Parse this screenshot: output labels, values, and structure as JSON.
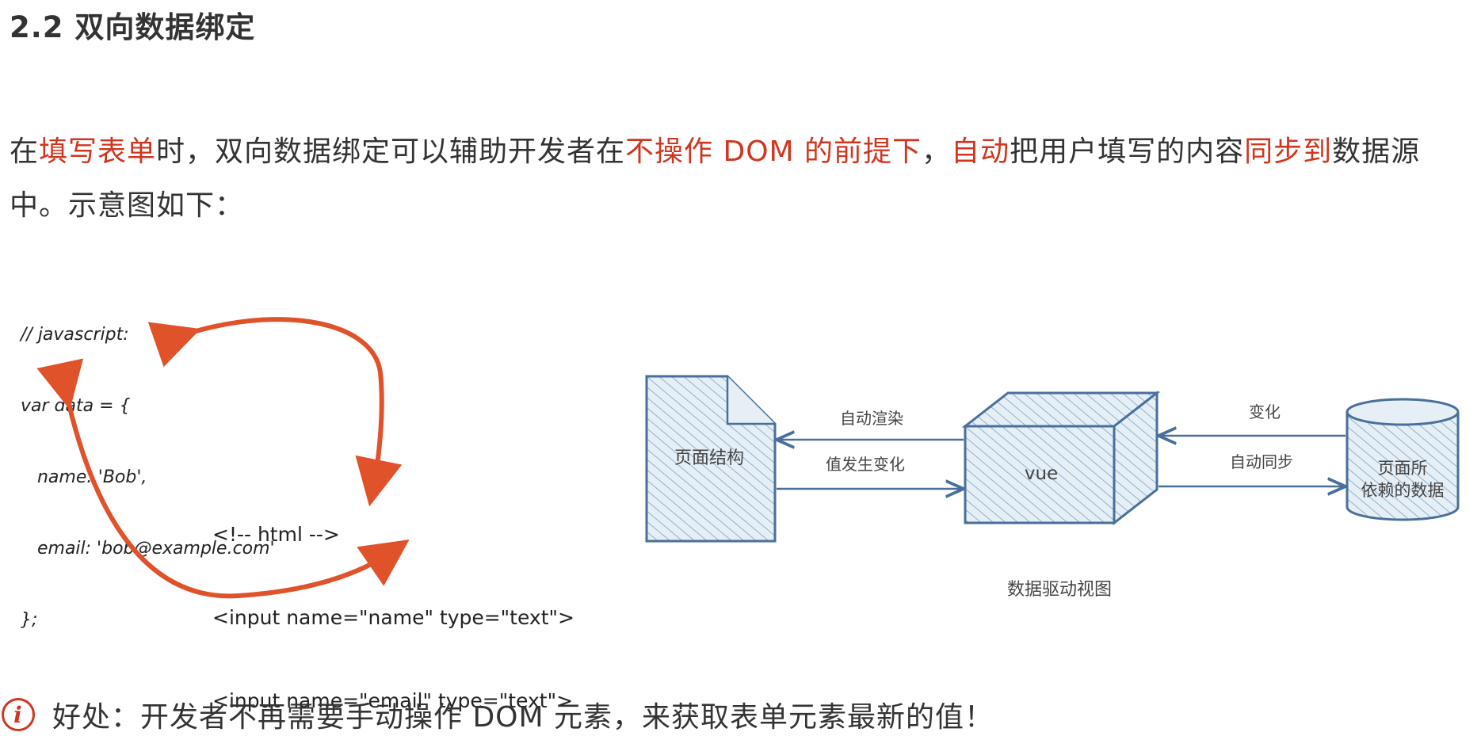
{
  "heading": "2.2 双向数据绑定",
  "paragraph": {
    "p1": "在",
    "r1": "填写表单",
    "p2": "时，双向数据绑定可以辅助开发者在",
    "r2": "不操作 DOM 的前提下",
    "p3": "，",
    "r3": "自动",
    "p4": "把用户填写的内容",
    "r4": "同步到",
    "p5": "数据源中。示意图如下："
  },
  "code_js": [
    "// javascript:",
    "var data = {",
    "   name: 'Bob',",
    "   email: 'bob@example.com'",
    "};"
  ],
  "code_html": [
    "<!-- html -->",
    "<input name=\"name\" type=\"text\">",
    "<input name=\"email\" type=\"text\">"
  ],
  "diagram": {
    "page_structure": "页面结构",
    "vue": "vue",
    "data_line1": "页面所",
    "data_line2": "依赖的数据",
    "auto_render": "自动渲染",
    "value_changed": "值发生变化",
    "change": "变化",
    "auto_sync": "自动同步",
    "caption": "数据驱动视图"
  },
  "tip": {
    "icon": "info-icon",
    "text": "好处：开发者不再需要手动操作 DOM 元素，来获取表单元素最新的值！"
  },
  "colors": {
    "accent_red": "#d0361f",
    "arrow_orange": "#e0522a",
    "diagram_blue": "#4a6f9a",
    "diagram_fill": "#cfe0ec"
  }
}
